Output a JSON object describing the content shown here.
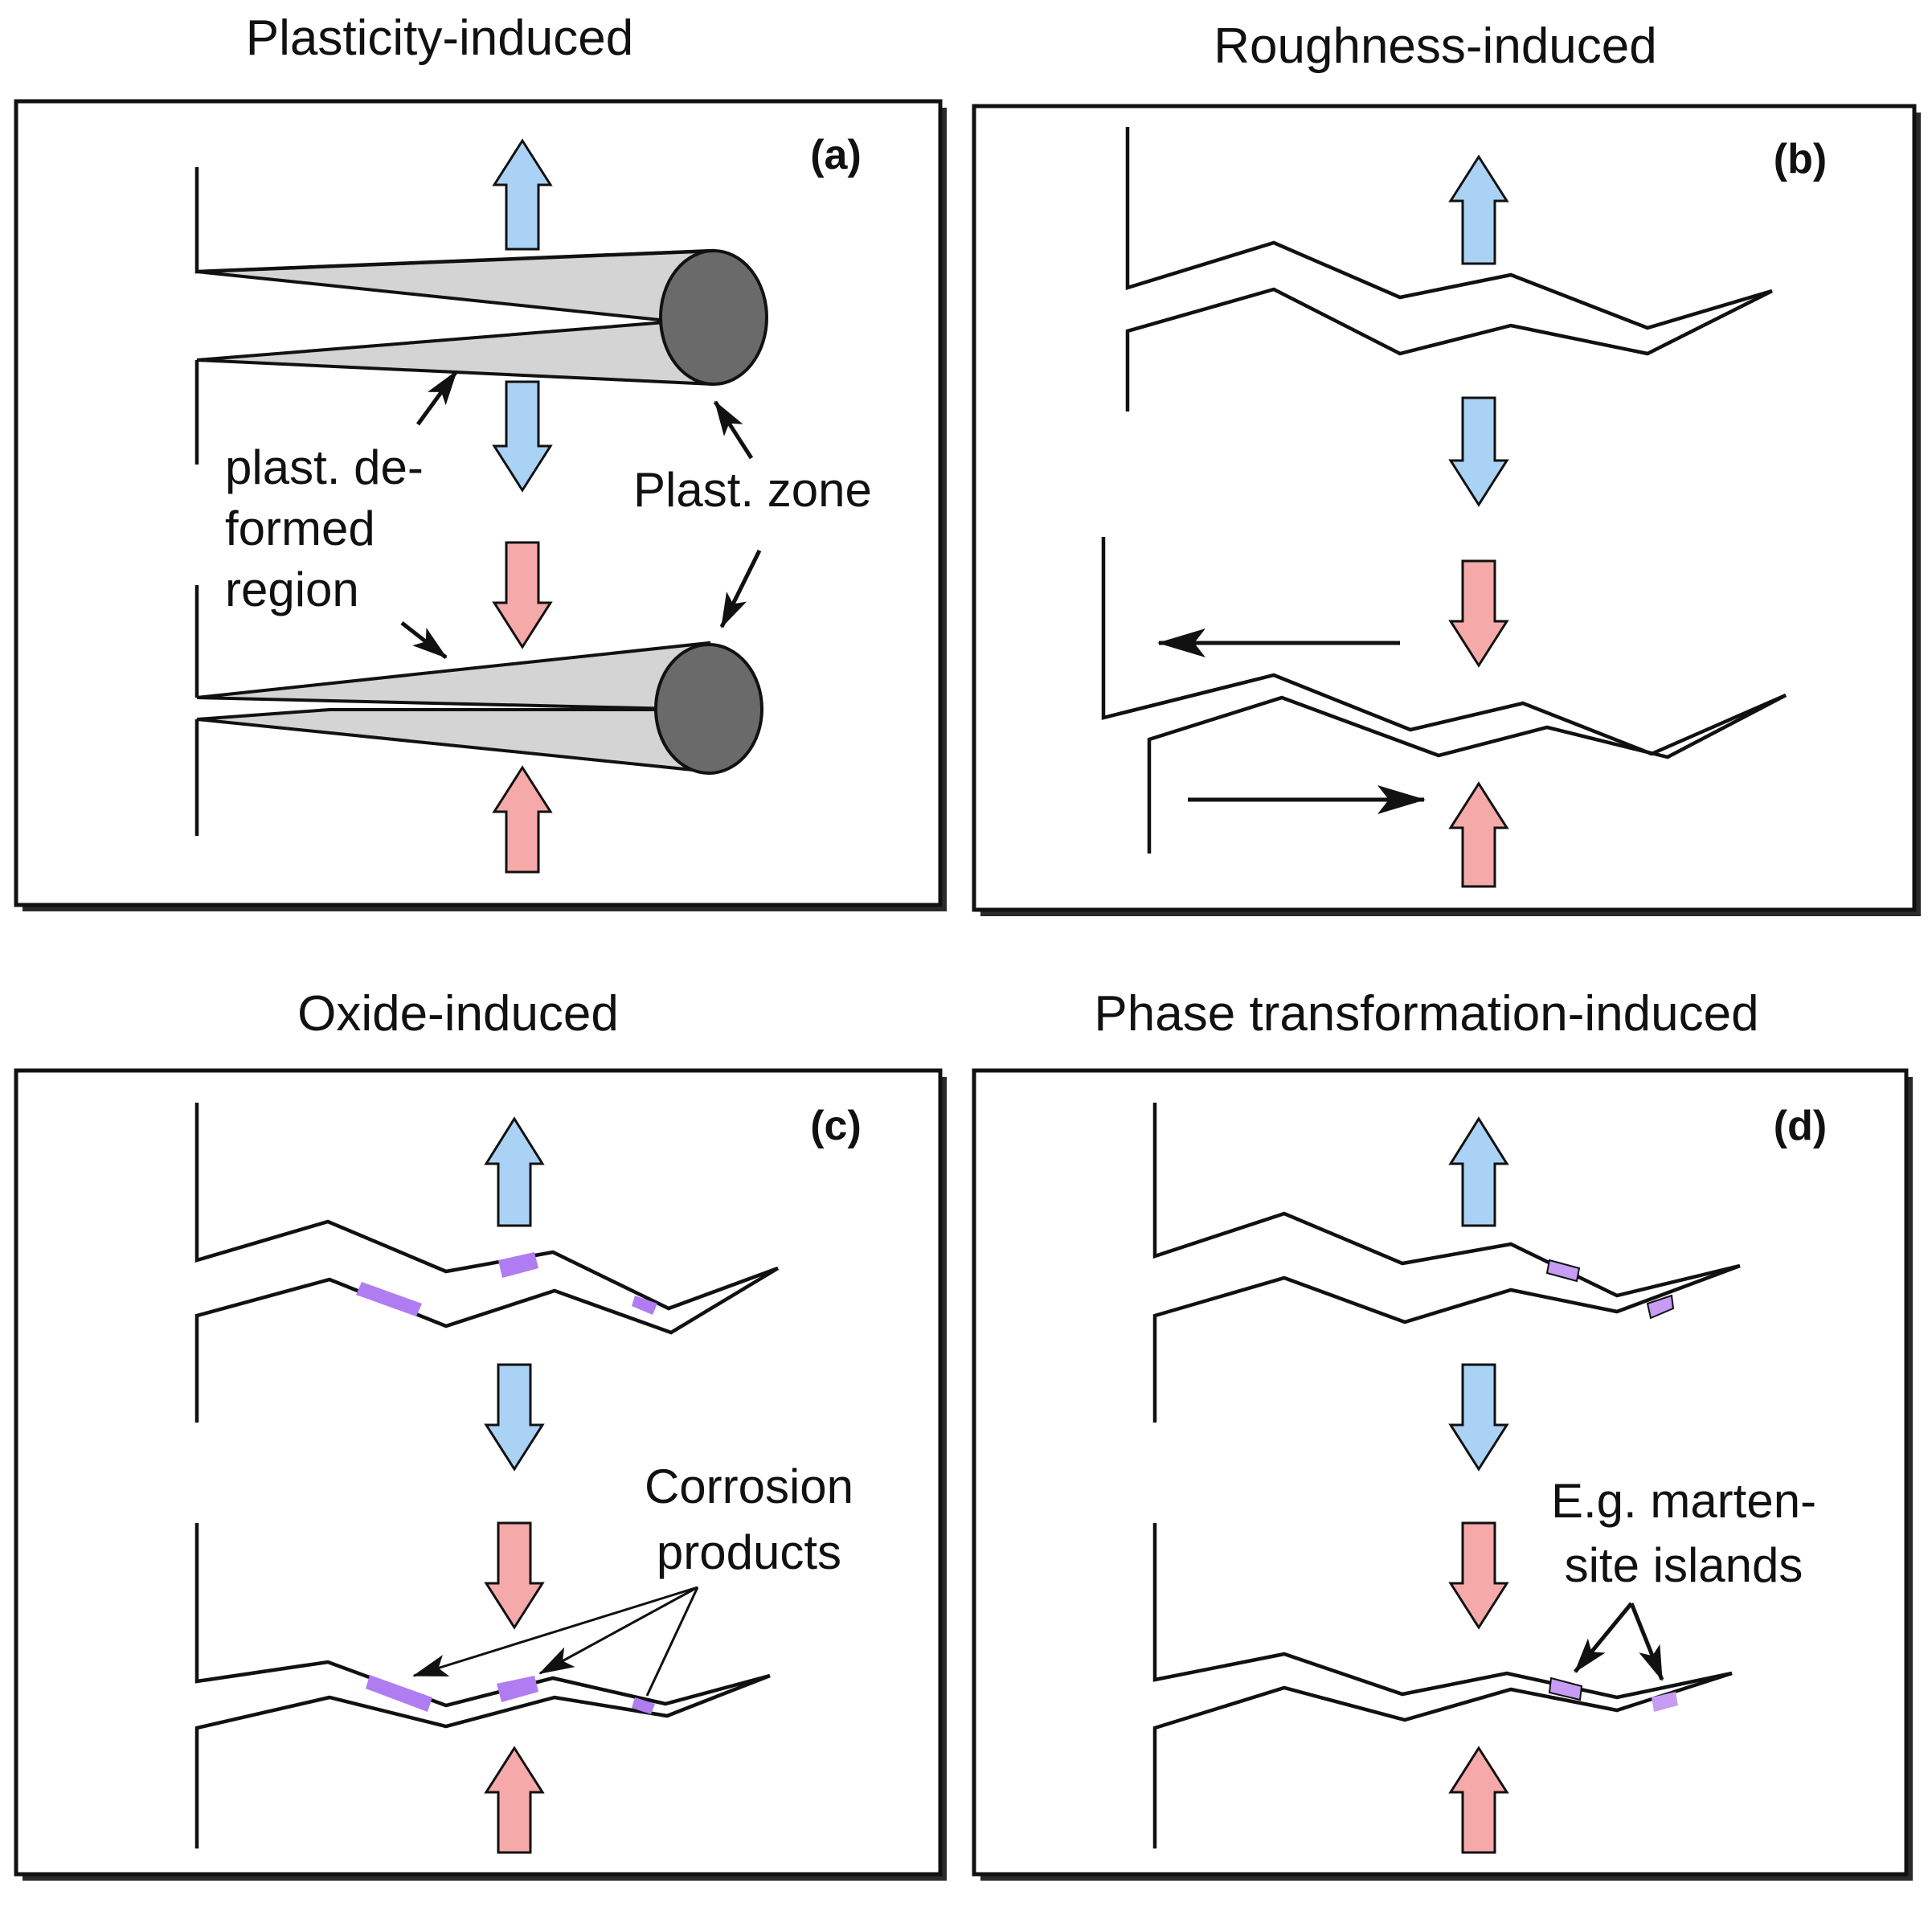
{
  "colors": {
    "tension_arrow": "#a9d2f5",
    "compression_arrow": "#f5a9a9",
    "oxide": "#b07cf2",
    "martensite": "#c79cf5",
    "plastic_region": "#d4d4d4",
    "plastic_zone": "#6a6a6a"
  },
  "panels": [
    {
      "id": "a",
      "title": "Plasticity-induced",
      "tag": "(a)",
      "labels": [
        "plast. de-",
        "formed",
        "region",
        "Plast. zone"
      ]
    },
    {
      "id": "b",
      "title": "Roughness-induced",
      "tag": "(b)",
      "labels": []
    },
    {
      "id": "c",
      "title": "Oxide-induced",
      "tag": "(c)",
      "labels": [
        "Corrosion",
        "products"
      ]
    },
    {
      "id": "d",
      "title": "Phase transformation-induced",
      "tag": "(d)",
      "labels": [
        "E.g. marten-",
        "site islands"
      ]
    }
  ]
}
